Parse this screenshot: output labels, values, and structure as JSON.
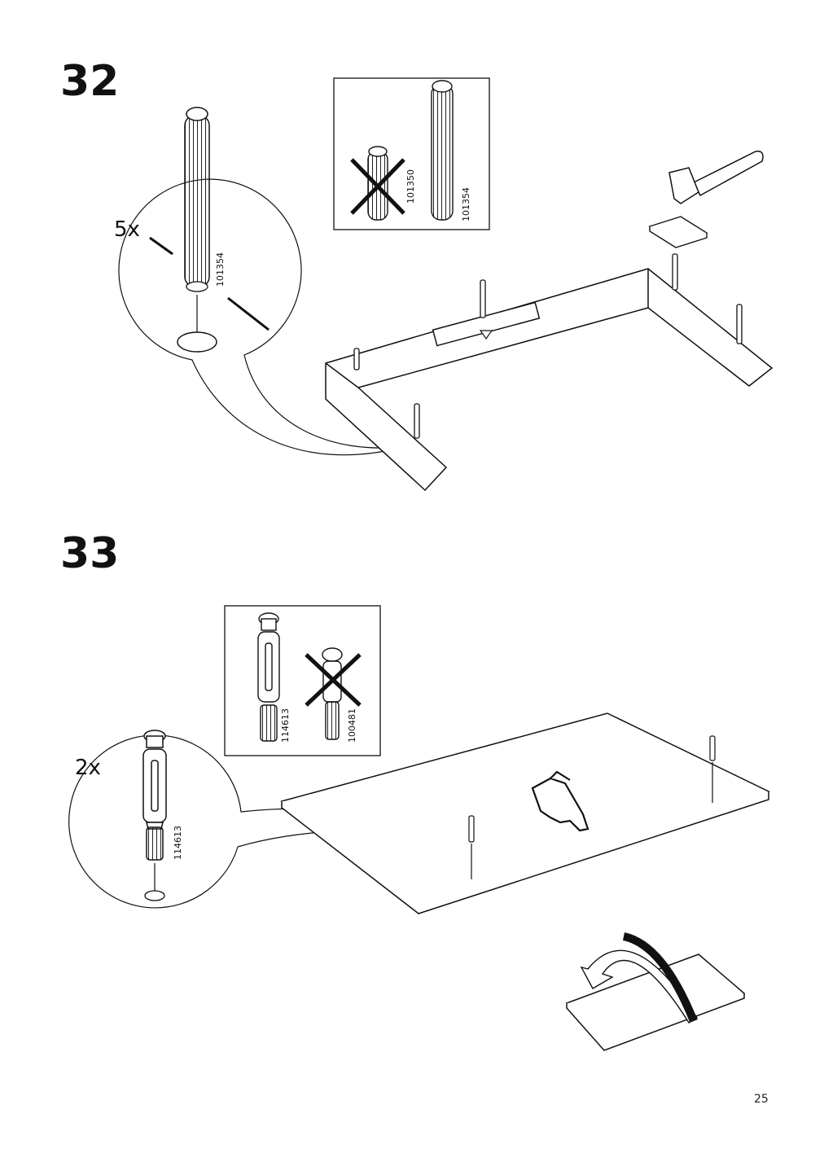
{
  "page": {
    "number": "25"
  },
  "steps": [
    {
      "number": "32",
      "quantity": "5x",
      "part_code": "101354",
      "check_box": {
        "wrong_part_code": "101350",
        "correct_part_code": "101354"
      }
    },
    {
      "number": "33",
      "quantity": "2x",
      "part_code": "114613",
      "check_box": {
        "correct_part_code": "114613",
        "wrong_part_code": "100481"
      }
    }
  ]
}
